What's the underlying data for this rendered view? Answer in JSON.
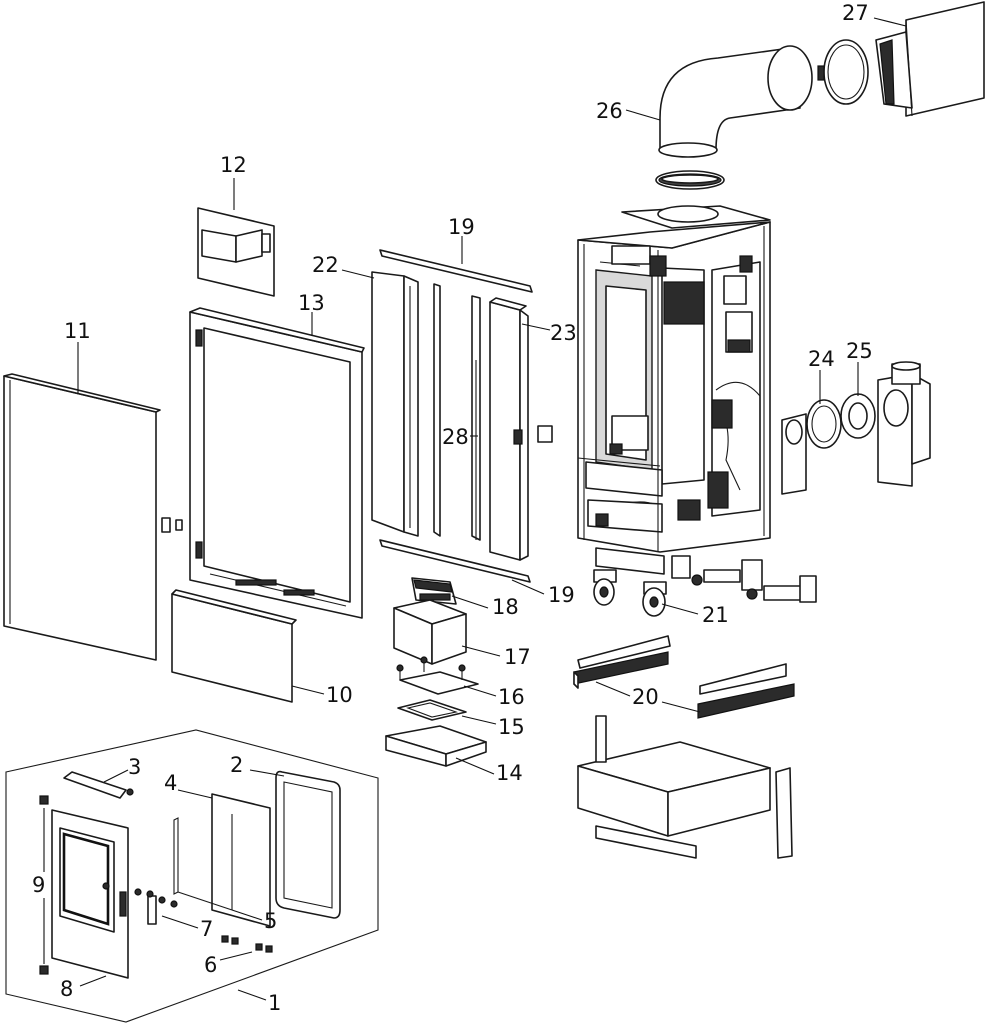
{
  "callouts": {
    "n1": "1",
    "n2": "2",
    "n3": "3",
    "n4": "4",
    "n5": "5",
    "n6": "6",
    "n7": "7",
    "n8": "8",
    "n9": "9",
    "n10": "10",
    "n11": "11",
    "n12": "12",
    "n13": "13",
    "n14": "14",
    "n15": "15",
    "n16": "16",
    "n17": "17",
    "n18": "18",
    "n19a": "19",
    "n19b": "19",
    "n20": "20",
    "n21": "21",
    "n22": "22",
    "n23": "23",
    "n24": "24",
    "n25": "25",
    "n26": "26",
    "n27": "27",
    "n28": "28"
  },
  "colors": {
    "line": "#1a1a1a",
    "background": "#ffffff",
    "shade": "#d9d9d9"
  }
}
